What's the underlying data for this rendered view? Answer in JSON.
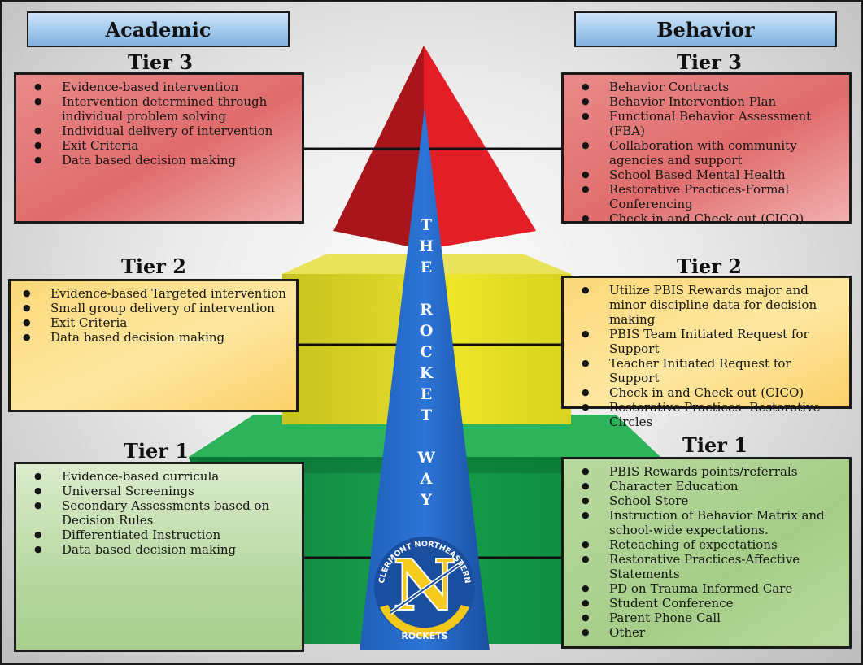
{
  "headers": {
    "academic": "Academic",
    "behavior": "Behavior"
  },
  "center_text": [
    "T",
    "H",
    "E",
    "",
    "R",
    "O",
    "C",
    "K",
    "E",
    "T",
    "",
    "W",
    "A",
    "Y"
  ],
  "logo": {
    "top_text": "CLERMONT NORTHEASTERN",
    "letter": "N",
    "bottom_text": "ROCKETS"
  },
  "academic": {
    "tier3": {
      "title": "Tier 3",
      "items": [
        "Evidence-based intervention",
        "Intervention determined through individual problem solving",
        "Individual delivery of intervention",
        "Exit Criteria",
        "Data based decision making"
      ]
    },
    "tier2": {
      "title": "Tier 2",
      "items": [
        "Evidence-based Targeted intervention",
        "Small group delivery of  intervention",
        "Exit Criteria",
        "Data based decision making"
      ]
    },
    "tier1": {
      "title": "Tier 1",
      "items": [
        "Evidence-based curricula",
        "Universal Screenings",
        "Secondary Assessments based on Decision Rules",
        "Differentiated Instruction",
        "Data based decision making"
      ]
    }
  },
  "behavior": {
    "tier3": {
      "title": "Tier 3",
      "items": [
        "Behavior Contracts",
        "Behavior Intervention Plan",
        "Functional Behavior Assessment (FBA)",
        "Collaboration with community agencies and support",
        "School Based Mental Health",
        "Restorative Practices-Formal Conferencing",
        "Check in and Check out (CICO)"
      ]
    },
    "tier2": {
      "title": "Tier 2",
      "items": [
        "Utilize PBIS Rewards major and minor discipline data for decision making",
        "PBIS Team Initiated Request for Support",
        "Teacher Initiated Request for  Support",
        "Check in and Check out (CICO)",
        "Restorative Practices- Restorative Circles"
      ]
    },
    "tier1": {
      "title": "Tier 1",
      "items": [
        "PBIS Rewards points/referrals",
        "Character Education",
        "School Store",
        "Instruction of Behavior Matrix and school-wide expectations.",
        "Reteaching of expectations",
        "Restorative Practices-Affective Statements",
        "PD on Trauma Informed Care",
        "Student Conference",
        "Parent Phone Call",
        "Other"
      ]
    }
  }
}
